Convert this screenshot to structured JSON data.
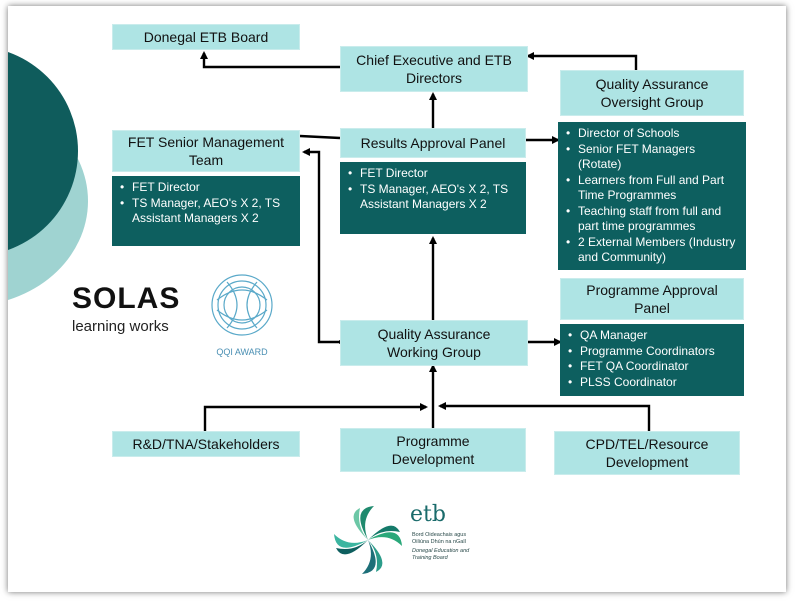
{
  "boxes": {
    "donegal_board": "Donegal ETB Board",
    "chief_exec": "Chief Executive and ETB Directors",
    "qa_oversight": "Quality Assurance Oversight Group",
    "fet_senior": "FET Senior Management Team",
    "results_panel": "Results Approval Panel",
    "prog_approval": "Programme Approval Panel",
    "qa_working": "Quality Assurance Working Group",
    "rd_tna": "R&D/TNA/Stakeholders",
    "prog_dev": "Programme Development",
    "cpd": "CPD/TEL/Resource Development"
  },
  "fet_senior_members": [
    "FET Director",
    "TS Manager, AEO's X 2, TS Assistant Managers X 2"
  ],
  "results_members": [
    "FET Director",
    "TS Manager, AEO's X 2, TS Assistant Managers X 2"
  ],
  "results_external_members": [
    "Director of Schools",
    "Senior FET Managers (Rotate)",
    "Learners from Full and Part Time Programmes",
    "Teaching staff from full and part time programmes",
    "2 External Members (Industry and Community)"
  ],
  "prog_approval_members": [
    "QA Manager",
    "Programme Coordinators",
    "FET QA Coordinator",
    "PLSS Coordinator"
  ],
  "logos": {
    "solas_word": "SOLAS",
    "solas_tagline": "learning works",
    "qqi_label": "QQI AWARD",
    "etb_word": "etb",
    "etb_irish_1": "Bord Oideachais agus",
    "etb_irish_2": "Oiliúna Dhún na nGall",
    "etb_english_1": "Donegal Education and",
    "etb_english_2": "Training Board"
  },
  "colors": {
    "light_box": "#aee4e4",
    "dark_box": "#0d5f5f",
    "accent_dark": "#0f5c5c",
    "accent_light": "#9fd3d1"
  }
}
